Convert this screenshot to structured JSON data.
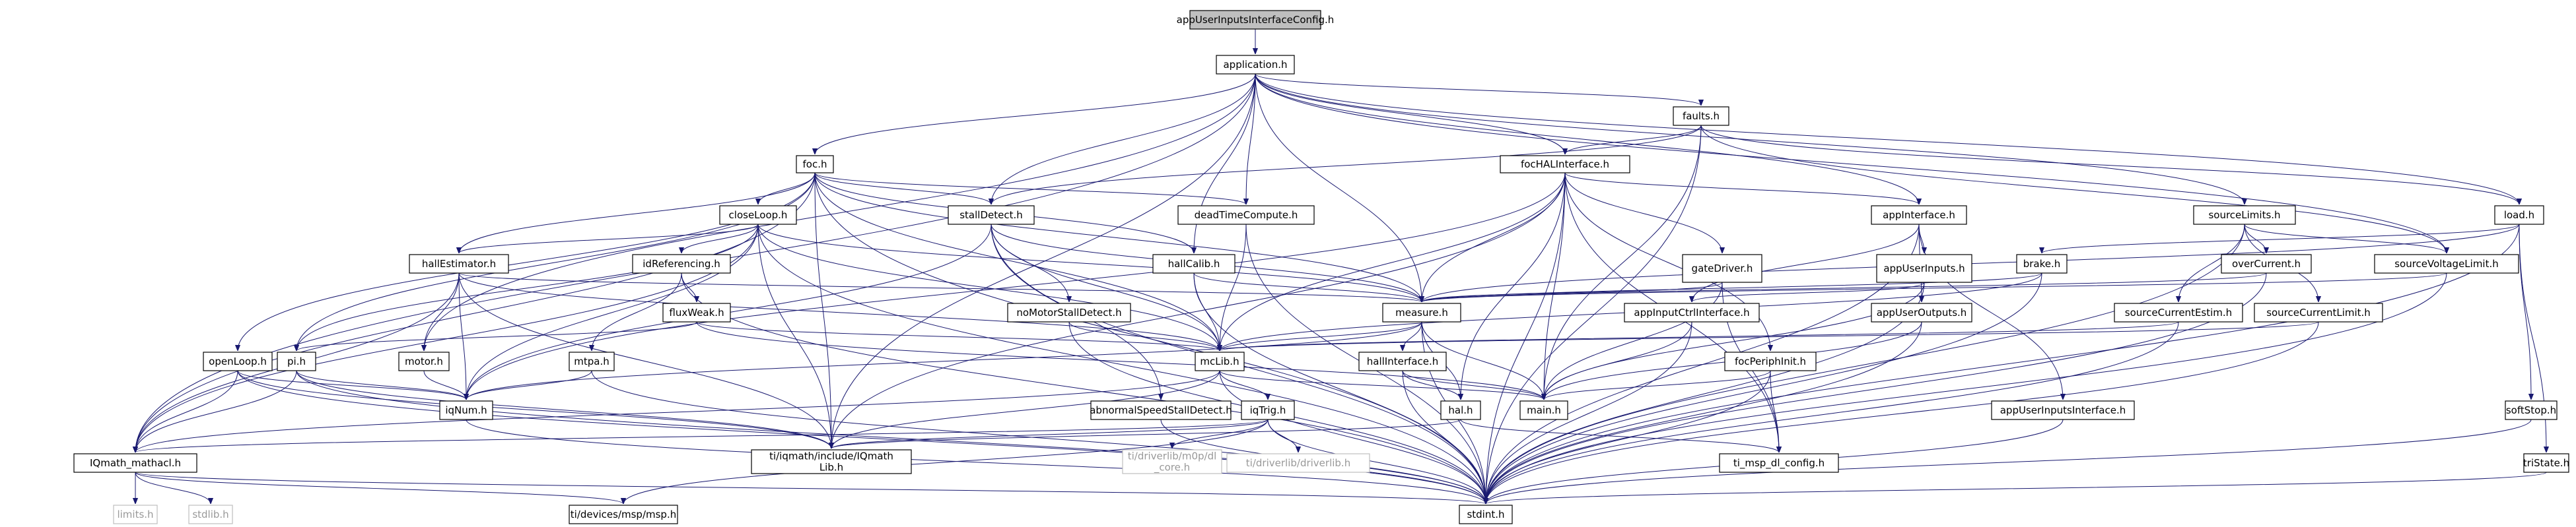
{
  "nodes": [
    {
      "id": "root",
      "label": "appUserInputsInterfaceConfig.h",
      "style": "root"
    },
    {
      "id": "application",
      "label": "application.h"
    },
    {
      "id": "faults",
      "label": "faults.h"
    },
    {
      "id": "foc",
      "label": "foc.h"
    },
    {
      "id": "focHAL",
      "label": "focHALInterface.h"
    },
    {
      "id": "closeLoop",
      "label": "closeLoop.h"
    },
    {
      "id": "stallDetect",
      "label": "stallDetect.h"
    },
    {
      "id": "deadTime",
      "label": "deadTimeCompute.h"
    },
    {
      "id": "appInterface",
      "label": "appInterface.h"
    },
    {
      "id": "sourceLimits",
      "label": "sourceLimits.h"
    },
    {
      "id": "load",
      "label": "load.h"
    },
    {
      "id": "hallEstimator",
      "label": "hallEstimator.h"
    },
    {
      "id": "idRef",
      "label": "idReferencing.h"
    },
    {
      "id": "hallCalib",
      "label": "hallCalib.h"
    },
    {
      "id": "gateDriver",
      "label": "gateDriver.h"
    },
    {
      "id": "appUserInputs",
      "label": "appUserInputs.h"
    },
    {
      "id": "brake",
      "label": "brake.h"
    },
    {
      "id": "overCurrent",
      "label": "overCurrent.h"
    },
    {
      "id": "sourceVoltageLimit",
      "label": "sourceVoltageLimit.h"
    },
    {
      "id": "fluxWeak",
      "label": "fluxWeak.h"
    },
    {
      "id": "noMotorStall",
      "label": "noMotorStallDetect.h"
    },
    {
      "id": "measure",
      "label": "measure.h"
    },
    {
      "id": "appInputCtrl",
      "label": "appInputCtrlInterface.h"
    },
    {
      "id": "appUserOutputs",
      "label": "appUserOutputs.h"
    },
    {
      "id": "sourceCurrentEstim",
      "label": "sourceCurrentEstim.h"
    },
    {
      "id": "sourceCurrentLimit",
      "label": "sourceCurrentLimit.h"
    },
    {
      "id": "openLoop",
      "label": "openLoop.h"
    },
    {
      "id": "pi",
      "label": "pi.h"
    },
    {
      "id": "motor",
      "label": "motor.h"
    },
    {
      "id": "mtpa",
      "label": "mtpa.h"
    },
    {
      "id": "mcLib",
      "label": "mcLib.h"
    },
    {
      "id": "hallInterface",
      "label": "hallInterface.h"
    },
    {
      "id": "focPeriph",
      "label": "focPeriphInit.h"
    },
    {
      "id": "iqNum",
      "label": "iqNum.h"
    },
    {
      "id": "abnormalSpeed",
      "label": "abnormalSpeedStallDetect.h"
    },
    {
      "id": "iqTrig",
      "label": "iqTrig.h"
    },
    {
      "id": "hal",
      "label": "hal.h"
    },
    {
      "id": "main",
      "label": "main.h"
    },
    {
      "id": "appUserInputsInterface",
      "label": "appUserInputsInterface.h"
    },
    {
      "id": "softStop",
      "label": "softStop.h"
    },
    {
      "id": "IQmath",
      "label": "IQmath_mathacl.h"
    },
    {
      "id": "iqmathLib",
      "label": "ti/iqmath/include/IQmath\nLib.h"
    },
    {
      "id": "driverlibMspdl",
      "label": "ti/driverlib/m0p/dl\n_core.h",
      "style": "gray"
    },
    {
      "id": "driverlibDriverlib",
      "label": "ti/driverlib/driverlib.h",
      "style": "gray"
    },
    {
      "id": "tiMspConfig",
      "label": "ti_msp_dl_config.h"
    },
    {
      "id": "triState",
      "label": "triState.h"
    },
    {
      "id": "limits",
      "label": "limits.h",
      "style": "gray"
    },
    {
      "id": "stdlib",
      "label": "stdlib.h",
      "style": "gray"
    },
    {
      "id": "tiDevices",
      "label": "ti/devices/msp/msp.h"
    },
    {
      "id": "stdint",
      "label": "stdint.h"
    }
  ],
  "edges": [
    [
      "root",
      "application"
    ],
    [
      "application",
      "faults"
    ],
    [
      "application",
      "foc"
    ],
    [
      "application",
      "focHAL"
    ],
    [
      "application",
      "deadTime"
    ],
    [
      "application",
      "appInterface"
    ],
    [
      "application",
      "sourceLimits"
    ],
    [
      "application",
      "load"
    ],
    [
      "application",
      "hallCalib"
    ],
    [
      "application",
      "measure"
    ],
    [
      "application",
      "motor"
    ],
    [
      "application",
      "IQmath"
    ],
    [
      "application",
      "iqmathLib"
    ],
    [
      "application",
      "sourceVoltageLimit"
    ],
    [
      "application",
      "stallDetect"
    ],
    [
      "faults",
      "focHAL"
    ],
    [
      "faults",
      "stallDetect"
    ],
    [
      "faults",
      "load"
    ],
    [
      "faults",
      "main"
    ],
    [
      "faults",
      "sourceVoltageLimit"
    ],
    [
      "faults",
      "stdint"
    ],
    [
      "foc",
      "closeLoop"
    ],
    [
      "foc",
      "stallDetect"
    ],
    [
      "foc",
      "deadTime"
    ],
    [
      "foc",
      "hallEstimator"
    ],
    [
      "foc",
      "hallCalib"
    ],
    [
      "foc",
      "openLoop"
    ],
    [
      "foc",
      "pi"
    ],
    [
      "foc",
      "measure"
    ],
    [
      "foc",
      "mcLib"
    ],
    [
      "foc",
      "IQmath"
    ],
    [
      "foc",
      "iqmathLib"
    ],
    [
      "foc",
      "stdint"
    ],
    [
      "focHAL",
      "appInterface"
    ],
    [
      "focHAL",
      "gateDriver"
    ],
    [
      "focHAL",
      "measure"
    ],
    [
      "focHAL",
      "focPeriph"
    ],
    [
      "focHAL",
      "main"
    ],
    [
      "focHAL",
      "mcLib"
    ],
    [
      "focHAL",
      "iqNum"
    ],
    [
      "focHAL",
      "hal"
    ],
    [
      "focHAL",
      "tiMspConfig"
    ],
    [
      "focHAL",
      "stdint"
    ],
    [
      "focHAL",
      "iqmathLib"
    ],
    [
      "closeLoop",
      "hallEstimator"
    ],
    [
      "closeLoop",
      "idRef"
    ],
    [
      "closeLoop",
      "pi"
    ],
    [
      "closeLoop",
      "mcLib"
    ],
    [
      "closeLoop",
      "iqNum"
    ],
    [
      "closeLoop",
      "IQmath"
    ],
    [
      "closeLoop",
      "stdint"
    ],
    [
      "closeLoop",
      "iqmathLib"
    ],
    [
      "closeLoop",
      "measure"
    ],
    [
      "stallDetect",
      "noMotorStall"
    ],
    [
      "stallDetect",
      "abnormalSpeed"
    ],
    [
      "stallDetect",
      "measure"
    ],
    [
      "stallDetect",
      "stdint"
    ],
    [
      "stallDetect",
      "mcLib"
    ],
    [
      "stallDetect",
      "iqNum"
    ],
    [
      "deadTime",
      "mcLib"
    ],
    [
      "deadTime",
      "stdint"
    ],
    [
      "appInterface",
      "appUserInputs"
    ],
    [
      "appInterface",
      "appUserOutputs"
    ],
    [
      "appInterface",
      "appInputCtrl"
    ],
    [
      "appInterface",
      "appUserInputsInterface"
    ],
    [
      "appInterface",
      "stdint"
    ],
    [
      "sourceLimits",
      "overCurrent"
    ],
    [
      "sourceLimits",
      "sourceVoltageLimit"
    ],
    [
      "sourceLimits",
      "sourceCurrentEstim"
    ],
    [
      "sourceLimits",
      "sourceCurrentLimit"
    ],
    [
      "sourceLimits",
      "stdint"
    ],
    [
      "load",
      "brake"
    ],
    [
      "load",
      "softStop"
    ],
    [
      "load",
      "triState"
    ],
    [
      "load",
      "stdint"
    ],
    [
      "load",
      "measure"
    ],
    [
      "hallEstimator",
      "measure"
    ],
    [
      "hallEstimator",
      "motor"
    ],
    [
      "hallEstimator",
      "mcLib"
    ],
    [
      "hallEstimator",
      "iqNum"
    ],
    [
      "hallEstimator",
      "IQmath"
    ],
    [
      "hallEstimator",
      "iqmathLib"
    ],
    [
      "idRef",
      "fluxWeak"
    ],
    [
      "idRef",
      "mtpa"
    ],
    [
      "idRef",
      "stdint"
    ],
    [
      "hallCalib",
      "measure"
    ],
    [
      "hallCalib",
      "mcLib"
    ],
    [
      "hallCalib",
      "stdint"
    ],
    [
      "gateDriver",
      "measure"
    ],
    [
      "gateDriver",
      "main"
    ],
    [
      "gateDriver",
      "tiMspConfig"
    ],
    [
      "appUserInputs",
      "appInputCtrl"
    ],
    [
      "appUserInputs",
      "main"
    ],
    [
      "appUserInputs",
      "stdint"
    ],
    [
      "brake",
      "measure"
    ],
    [
      "brake",
      "mcLib"
    ],
    [
      "brake",
      "stdint"
    ],
    [
      "overCurrent",
      "measure"
    ],
    [
      "overCurrent",
      "stdint"
    ],
    [
      "sourceVoltageLimit",
      "measure"
    ],
    [
      "sourceVoltageLimit",
      "stdint"
    ],
    [
      "fluxWeak",
      "pi"
    ],
    [
      "fluxWeak",
      "mcLib"
    ],
    [
      "fluxWeak",
      "main"
    ],
    [
      "noMotorStall",
      "mcLib"
    ],
    [
      "noMotorStall",
      "stdint"
    ],
    [
      "measure",
      "mcLib"
    ],
    [
      "measure",
      "hallInterface"
    ],
    [
      "measure",
      "main"
    ],
    [
      "measure",
      "hal"
    ],
    [
      "measure",
      "stdint"
    ],
    [
      "measure",
      "iqNum"
    ],
    [
      "appInputCtrl",
      "main"
    ],
    [
      "appInputCtrl",
      "stdint"
    ],
    [
      "appUserOutputs",
      "main"
    ],
    [
      "appUserOutputs",
      "stdint"
    ],
    [
      "sourceCurrentEstim",
      "mcLib"
    ],
    [
      "sourceCurrentEstim",
      "stdint"
    ],
    [
      "sourceCurrentLimit",
      "mcLib"
    ],
    [
      "sourceCurrentLimit",
      "stdint"
    ],
    [
      "openLoop",
      "IQmath"
    ],
    [
      "openLoop",
      "iqNum"
    ],
    [
      "openLoop",
      "stdint"
    ],
    [
      "openLoop",
      "iqmathLib"
    ],
    [
      "pi",
      "iqNum"
    ],
    [
      "pi",
      "IQmath"
    ],
    [
      "pi",
      "stdint"
    ],
    [
      "pi",
      "iqmathLib"
    ],
    [
      "motor",
      "iqNum"
    ],
    [
      "mtpa",
      "iqNum"
    ],
    [
      "mtpa",
      "stdint"
    ],
    [
      "mcLib",
      "iqTrig"
    ],
    [
      "mcLib",
      "main"
    ],
    [
      "mcLib",
      "IQmath"
    ],
    [
      "mcLib",
      "iqmathLib"
    ],
    [
      "mcLib",
      "stdint"
    ],
    [
      "hallInterface",
      "hal"
    ],
    [
      "hallInterface",
      "main"
    ],
    [
      "hallInterface",
      "stdint"
    ],
    [
      "focPeriph",
      "main"
    ],
    [
      "focPeriph",
      "tiMspConfig"
    ],
    [
      "focPeriph",
      "stdint"
    ],
    [
      "iqNum",
      "stdint"
    ],
    [
      "abnormalSpeed",
      "stdint"
    ],
    [
      "iqTrig",
      "IQmath"
    ],
    [
      "iqTrig",
      "iqmathLib"
    ],
    [
      "iqTrig",
      "driverlibMspdl"
    ],
    [
      "iqTrig",
      "driverlibDriverlib"
    ],
    [
      "iqTrig",
      "stdint"
    ],
    [
      "iqTrig",
      "tiDevices"
    ],
    [
      "hal",
      "tiMspConfig"
    ],
    [
      "hal",
      "iqmathLib"
    ],
    [
      "appUserInputsInterface",
      "stdint"
    ],
    [
      "softStop",
      "stdint"
    ],
    [
      "triState",
      "stdint"
    ],
    [
      "IQmath",
      "limits"
    ],
    [
      "IQmath",
      "stdlib"
    ],
    [
      "IQmath",
      "tiDevices"
    ],
    [
      "IQmath",
      "stdint"
    ]
  ]
}
